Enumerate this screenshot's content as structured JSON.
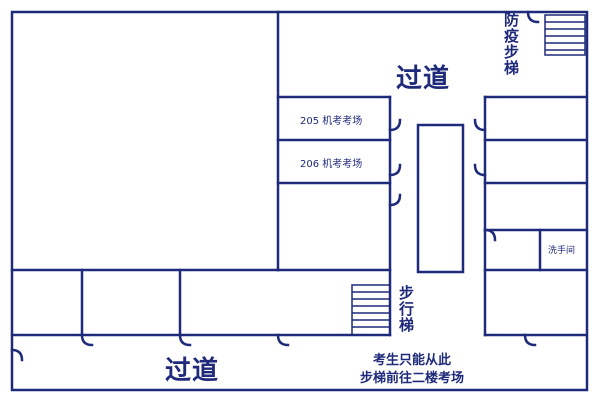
{
  "colors": {
    "line": "#1f2a7a",
    "background": "#ffffff"
  },
  "rooms": {
    "room_205": "205  机考考场",
    "room_206": "206  机考考场",
    "washroom": "洗手间"
  },
  "corridors": {
    "top": "过道",
    "bottom": "过道"
  },
  "stairs": {
    "epidemic": "防疫步梯",
    "walking": "步行梯"
  },
  "notice": {
    "line1": "考生只能从此",
    "line2": "步梯前往二楼考场"
  }
}
